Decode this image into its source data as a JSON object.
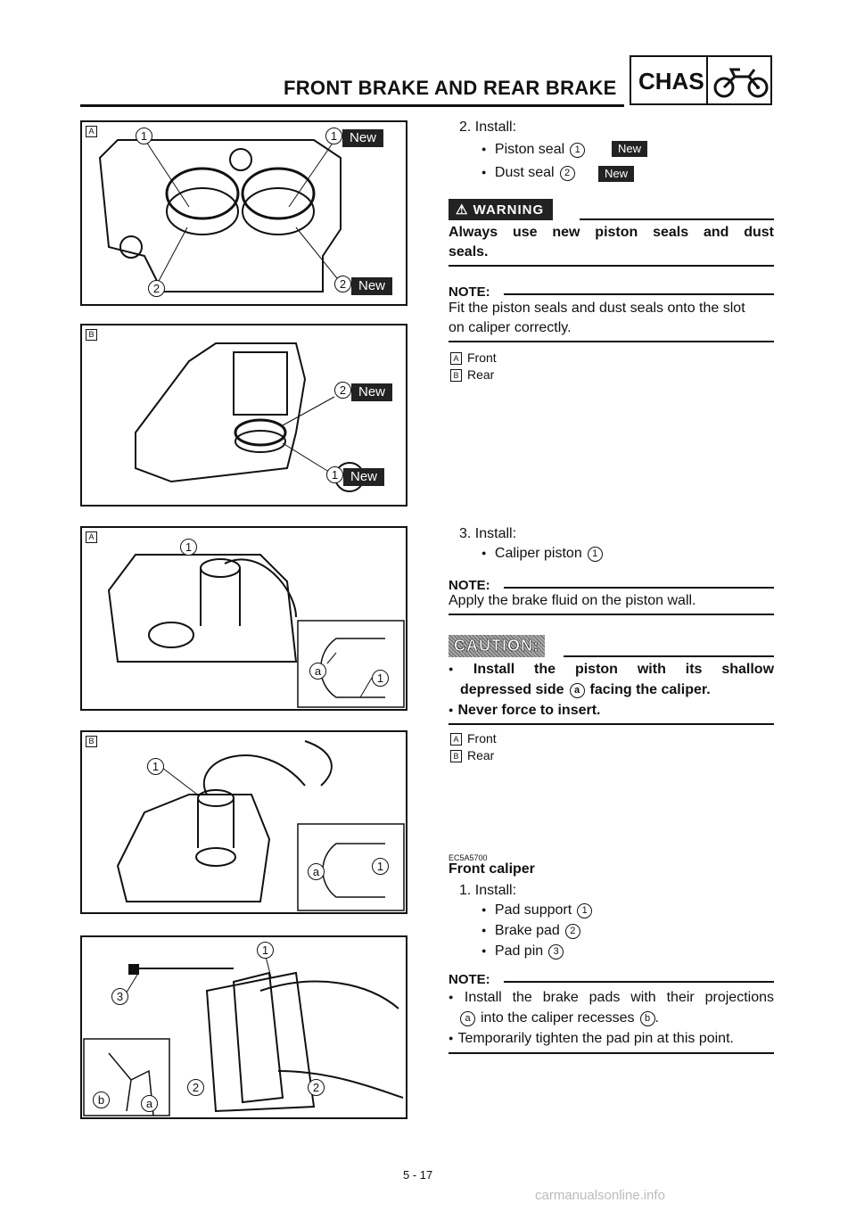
{
  "header": {
    "title": "FRONT BRAKE AND REAR BRAKE",
    "badge": "CHAS",
    "badge_icon": "motorcycle-icon"
  },
  "figures": {
    "fig1": {
      "tag": "A",
      "labels": [
        "1",
        "1",
        "2",
        "2"
      ],
      "new": "New"
    },
    "fig2": {
      "tag": "B",
      "labels": [
        "2",
        "1"
      ],
      "new": "New"
    },
    "fig3": {
      "tag": "A",
      "labels": [
        "1",
        "a",
        "1"
      ]
    },
    "fig4": {
      "tag": "B",
      "labels": [
        "1",
        "a",
        "1"
      ]
    },
    "fig5": {
      "labels": [
        "1",
        "3",
        "2",
        "2",
        "b",
        "a"
      ]
    }
  },
  "step2": {
    "title": "2. Install:",
    "items": [
      {
        "text": "Piston seal",
        "num": "1",
        "badge": "New"
      },
      {
        "text": "Dust seal",
        "num": "2",
        "badge": "New"
      }
    ]
  },
  "warning": {
    "label": "WARNING",
    "line1": "Always use new piston seals and dust",
    "line2": "seals."
  },
  "note1": {
    "label": "NOTE:",
    "line1": "Fit the piston seals and dust seals onto the slot",
    "line2": "on caliper correctly."
  },
  "legend1": {
    "a_key": "A",
    "a_text": "Front",
    "b_key": "B",
    "b_text": "Rear"
  },
  "step3": {
    "title": "3. Install:",
    "item": "Caliper piston",
    "num": "1"
  },
  "note2": {
    "label": "NOTE:",
    "text": "Apply the brake fluid on the piston wall."
  },
  "caution": {
    "label": "CAUTION:",
    "item1a": "Install the piston with its shallow",
    "item1b_pre": "depressed side",
    "item1b_ref": "a",
    "item1b_post": "facing the caliper.",
    "item2": "Never force to insert."
  },
  "legend2": {
    "a_key": "A",
    "a_text": "Front",
    "b_key": "B",
    "b_text": "Rear"
  },
  "front_caliper": {
    "code": "EC5A5700",
    "title": "Front caliper",
    "step": "1. Install:",
    "items": [
      {
        "text": "Pad support",
        "num": "1"
      },
      {
        "text": "Brake pad",
        "num": "2"
      },
      {
        "text": "Pad pin",
        "num": "3"
      }
    ]
  },
  "note3": {
    "label": "NOTE:",
    "b1_line1": "Install the brake pads with their projections",
    "b1_ref_a": "a",
    "b1_mid": "into the caliper recesses",
    "b1_ref_b": "b",
    "b1_end": ".",
    "b2": "Temporarily tighten the pad pin at this point."
  },
  "page_number": "5 - 17",
  "watermark": "carmanualsonline.info"
}
